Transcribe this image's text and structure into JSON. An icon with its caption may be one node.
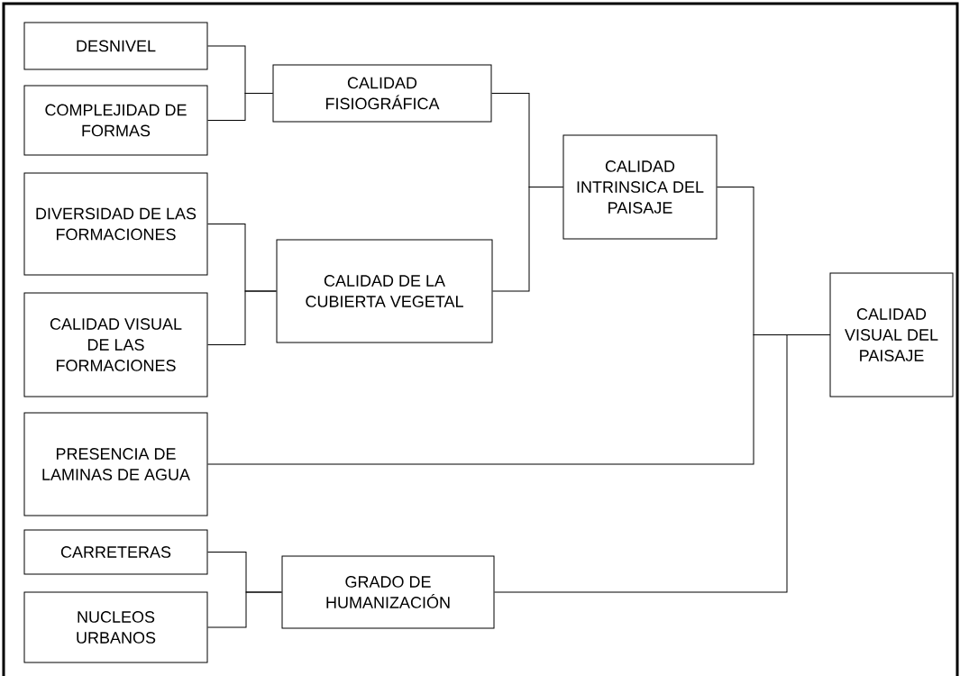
{
  "diagram": {
    "nodes": [
      {
        "text": [
          "DESNIVEL"
        ]
      },
      {
        "text": [
          "COMPLEJIDAD DE FORMAS"
        ]
      },
      {
        "text": [
          "CALIDAD FISIOGRÁFICA"
        ]
      },
      {
        "text": [
          "DIVERSIDAD DE LAS FORMACIONES"
        ]
      },
      {
        "text": [
          "CALIDAD VISUAL DE LAS FORMACIONES"
        ]
      },
      {
        "text": [
          "CALIDAD DE LA CUBIERTA VEGETAL"
        ]
      },
      {
        "text": [
          "CALIDAD INTRINSICA DEL PAISAJE"
        ]
      },
      {
        "text": [
          "PRESENCIA DE LAMINAS DE AGUA"
        ]
      },
      {
        "text": [
          "CARRETERAS"
        ]
      },
      {
        "text": [
          "NUCLEOS URBANOS"
        ]
      },
      {
        "text": [
          "GRADO DE HUMANIZACIÓN"
        ]
      },
      {
        "text": [
          "CALIDAD VISUAL DEL PAISAJE"
        ]
      }
    ],
    "edges": [
      {
        "from": 0,
        "to": 2,
        "arrow": "none"
      },
      {
        "from": 1,
        "to": 2,
        "arrow": "none"
      },
      {
        "from": 3,
        "to": 5,
        "arrow": "none"
      },
      {
        "from": 4,
        "to": 5,
        "arrow": "none"
      },
      {
        "from": 2,
        "to": 6,
        "arrow": "none"
      },
      {
        "from": 5,
        "to": 6,
        "arrow": "none"
      },
      {
        "from": 6,
        "to": 11,
        "arrow": "none"
      },
      {
        "from": 7,
        "to": 11,
        "arrow": "none"
      },
      {
        "from": 8,
        "to": 10,
        "arrow": "none"
      },
      {
        "from": 9,
        "to": 10,
        "arrow": "none"
      },
      {
        "from": 10,
        "to": 11,
        "arrow": "none"
      }
    ]
  }
}
